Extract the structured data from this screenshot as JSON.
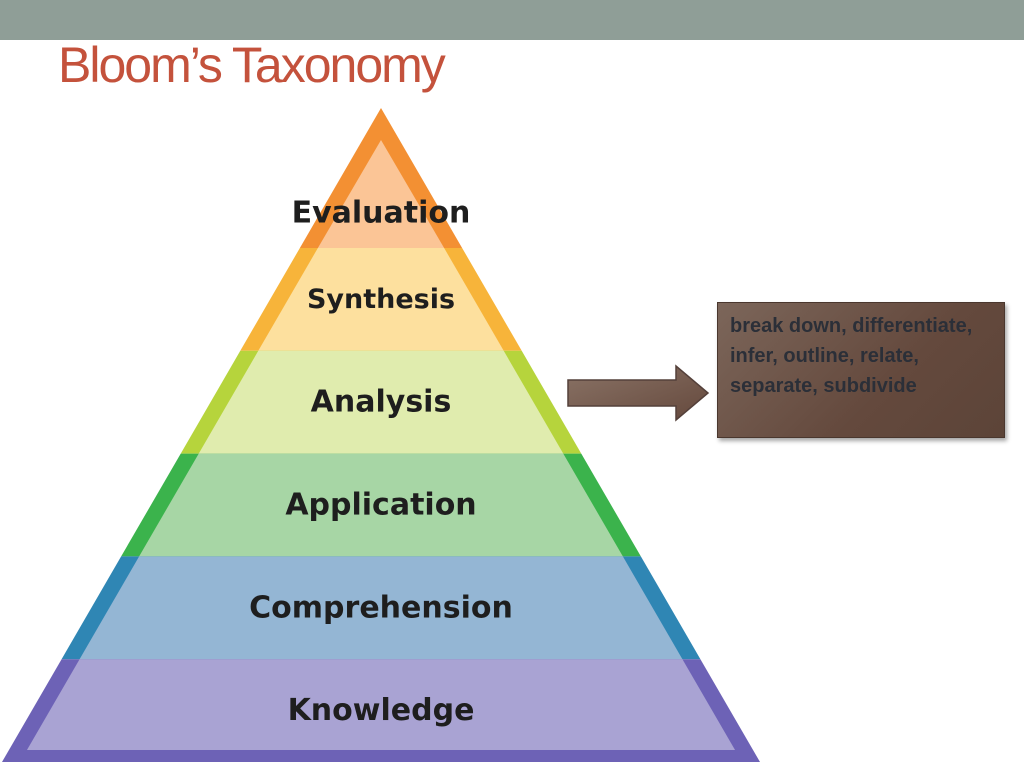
{
  "title": "Bloom’s Taxonomy",
  "pyramid": {
    "levels": [
      {
        "label": "Evaluation",
        "fill": "#fbc596",
        "edge": "#f39033"
      },
      {
        "label": "Synthesis",
        "fill": "#fde09e",
        "edge": "#f7b43a"
      },
      {
        "label": "Analysis",
        "fill": "#e0ecae",
        "edge": "#b6d43c"
      },
      {
        "label": "Application",
        "fill": "#a7d6a5",
        "edge": "#3bb34c"
      },
      {
        "label": "Comprehension",
        "fill": "#94b6d4",
        "edge": "#2f86b4"
      },
      {
        "label": "Knowledge",
        "fill": "#a9a3d3",
        "edge": "#6d62b6"
      }
    ]
  },
  "callout": {
    "text": "break down, differentiate, infer, outline, relate, separate, subdivide",
    "box_color": "#6b5144",
    "arrow_color": "#7a6458"
  },
  "colors": {
    "title": "#c4523c",
    "top_band": "#8f9e97"
  }
}
